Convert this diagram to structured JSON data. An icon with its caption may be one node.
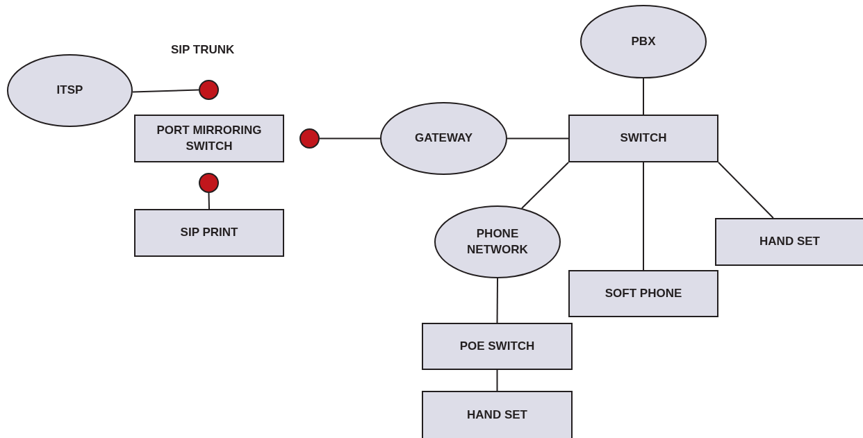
{
  "diagram": {
    "nodes": [
      {
        "text": [
          "ITSP"
        ]
      },
      {
        "text": [],
        "shape": "circle"
      },
      {
        "text": [
          "PORT MIRRORING SWITCH"
        ]
      },
      {
        "text": [],
        "shape": "circle"
      },
      {
        "text": [
          "GATEWAY"
        ]
      },
      {
        "text": [
          "PBX"
        ]
      },
      {
        "text": [
          "SWITCH"
        ]
      },
      {
        "text": [],
        "shape": "circle"
      },
      {
        "text": [
          "SIP PRINT"
        ]
      },
      {
        "text": [
          "PHONE NETWORK"
        ]
      },
      {
        "text": [
          "HAND SET"
        ]
      },
      {
        "text": [
          "SOFT PHONE"
        ]
      },
      {
        "text": [
          "POE SWITCH"
        ]
      },
      {
        "text": [
          "HAND SET"
        ]
      }
    ],
    "edges": [
      {
        "from": 0,
        "to": 1,
        "arrow": "none"
      },
      {
        "from": 3,
        "to": 4,
        "arrow": "none"
      },
      {
        "from": 4,
        "to": 6,
        "arrow": "none"
      },
      {
        "from": 5,
        "to": 6,
        "arrow": "none"
      },
      {
        "from": 7,
        "to": 8,
        "arrow": "none"
      },
      {
        "from": 6,
        "to": 9,
        "arrow": "none"
      },
      {
        "from": 6,
        "to": 11,
        "arrow": "none"
      },
      {
        "from": 6,
        "to": 10,
        "arrow": "none"
      },
      {
        "from": 9,
        "to": 12,
        "arrow": "none"
      },
      {
        "from": 12,
        "to": 13,
        "arrow": "none"
      }
    ],
    "labels": [
      "SIP TRUNK"
    ]
  }
}
